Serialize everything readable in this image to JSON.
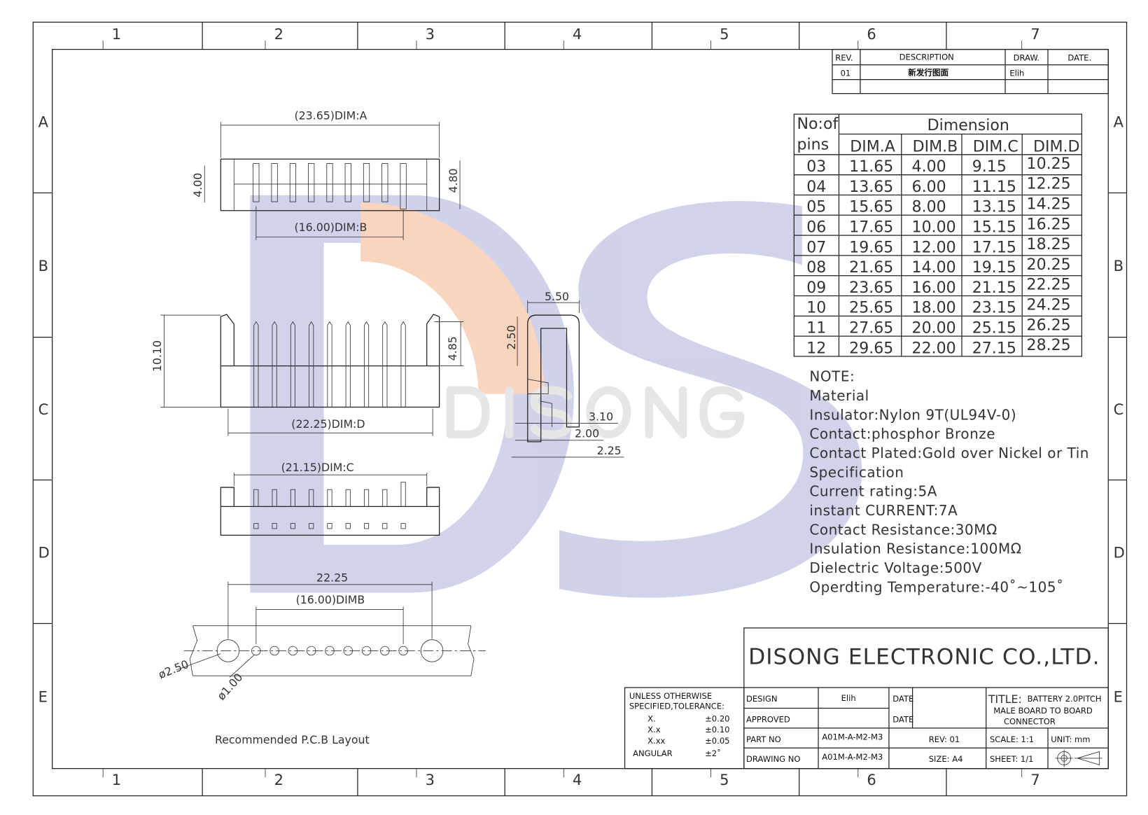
{
  "zones": {
    "columns": [
      "1",
      "2",
      "3",
      "4",
      "5",
      "6",
      "7"
    ],
    "rows": [
      "A",
      "B",
      "C",
      "D",
      "E"
    ]
  },
  "watermark": {
    "text": "DISONG",
    "logo": "DS",
    "blue": "#c8cbe6",
    "orange": "#f8cdb5"
  },
  "revision": {
    "headers": [
      "REV.",
      "DESCRIPTION",
      "DRAW.",
      "DATE."
    ],
    "rows": [
      [
        "01",
        "新发行图面",
        "Elih",
        ""
      ]
    ]
  },
  "dimension_table": {
    "pins_header_line1": "No:of",
    "pins_header_line2": "pins",
    "group_header": "Dimension",
    "columns": [
      "DIM.A",
      "DIM.B",
      "DIM.C",
      "DIM.D"
    ],
    "rows": [
      [
        "03",
        "11.65",
        "4.00",
        "9.15",
        "10.25"
      ],
      [
        "04",
        "13.65",
        "6.00",
        "11.15",
        "12.25"
      ],
      [
        "05",
        "15.65",
        "8.00",
        "13.15",
        "14.25"
      ],
      [
        "06",
        "17.65",
        "10.00",
        "15.15",
        "16.25"
      ],
      [
        "07",
        "19.65",
        "12.00",
        "17.15",
        "18.25"
      ],
      [
        "08",
        "21.65",
        "14.00",
        "19.15",
        "20.25"
      ],
      [
        "09",
        "23.65",
        "16.00",
        "21.15",
        "22.25"
      ],
      [
        "10",
        "25.65",
        "18.00",
        "23.15",
        "24.25"
      ],
      [
        "11",
        "27.65",
        "20.00",
        "25.15",
        "26.25"
      ],
      [
        "12",
        "29.65",
        "22.00",
        "27.15",
        "28.25"
      ]
    ]
  },
  "notes": [
    "NOTE:",
    "Material",
    "Insulator:Nylon  9T(UL94V-0)",
    "Contact:phosphor  Bronze",
    "Contact  Plated:Gold  over  Nickel  or  Tin",
    "Specification",
    "Current  rating:5A",
    "instant  CURRENT:7A",
    "Contact  Resistance:30MΩ",
    "Insulation  Resistance:100MΩ",
    "Dielectric  Voltage:500V",
    "Operdting  Temperature:-40˚~105˚"
  ],
  "dims": {
    "top_a": "(23.65)DIM:A",
    "top_b": "(16.00)DIM:B",
    "top_h1": "4.00",
    "top_h2": "4.80",
    "front_h": "10.10",
    "front_pin": "4.85",
    "front_d": "(22.25)DIM:D",
    "bottom_c": "(21.15)DIM:C",
    "side_w": "5.50",
    "side_h": "2.50",
    "side_1": "3.10",
    "side_2": "2.00",
    "side_3": "2.25",
    "pcb_w": "22.25",
    "pcb_b": "(16.00)DIMB",
    "pcb_d1": "ø2.50",
    "pcb_d2": "ø1.00",
    "pcb_caption": "Recommended  P.C.B  Layout"
  },
  "title_block": {
    "company": "DISONG  ELECTRONIC  CO.,LTD.",
    "tolerance": {
      "line1": "UNLESS  OTHERWISE",
      "line2": "SPECIFIED,TOLERANCE:",
      "items": [
        [
          "X.",
          "±0.20"
        ],
        [
          "X.x",
          "±0.10"
        ],
        [
          "X.xx",
          "±0.05"
        ],
        [
          "ANGULAR",
          "±2˚"
        ]
      ]
    },
    "design_label": "DESIGN",
    "design_value": "Elih",
    "approved_label": "APPROVED",
    "date_label": "DATE",
    "part_no_label": "PART  NO",
    "part_no": "A01M-A-M2-M3",
    "drawing_no_label": "DRAWING  NO",
    "drawing_no": "A01M-A-M2-M3",
    "rev": "REV:  01",
    "size": "SIZE: A4",
    "title_label": "TITLE:",
    "title_line1": "BATTERY  2.0PITCH",
    "title_line2": "MALE  BOARD  TO  BOARD",
    "title_line3": "CONNECTOR",
    "scale": "SCALE: 1:1",
    "unit": "UNIT:  mm",
    "sheet": "SHEET:  1/1"
  }
}
